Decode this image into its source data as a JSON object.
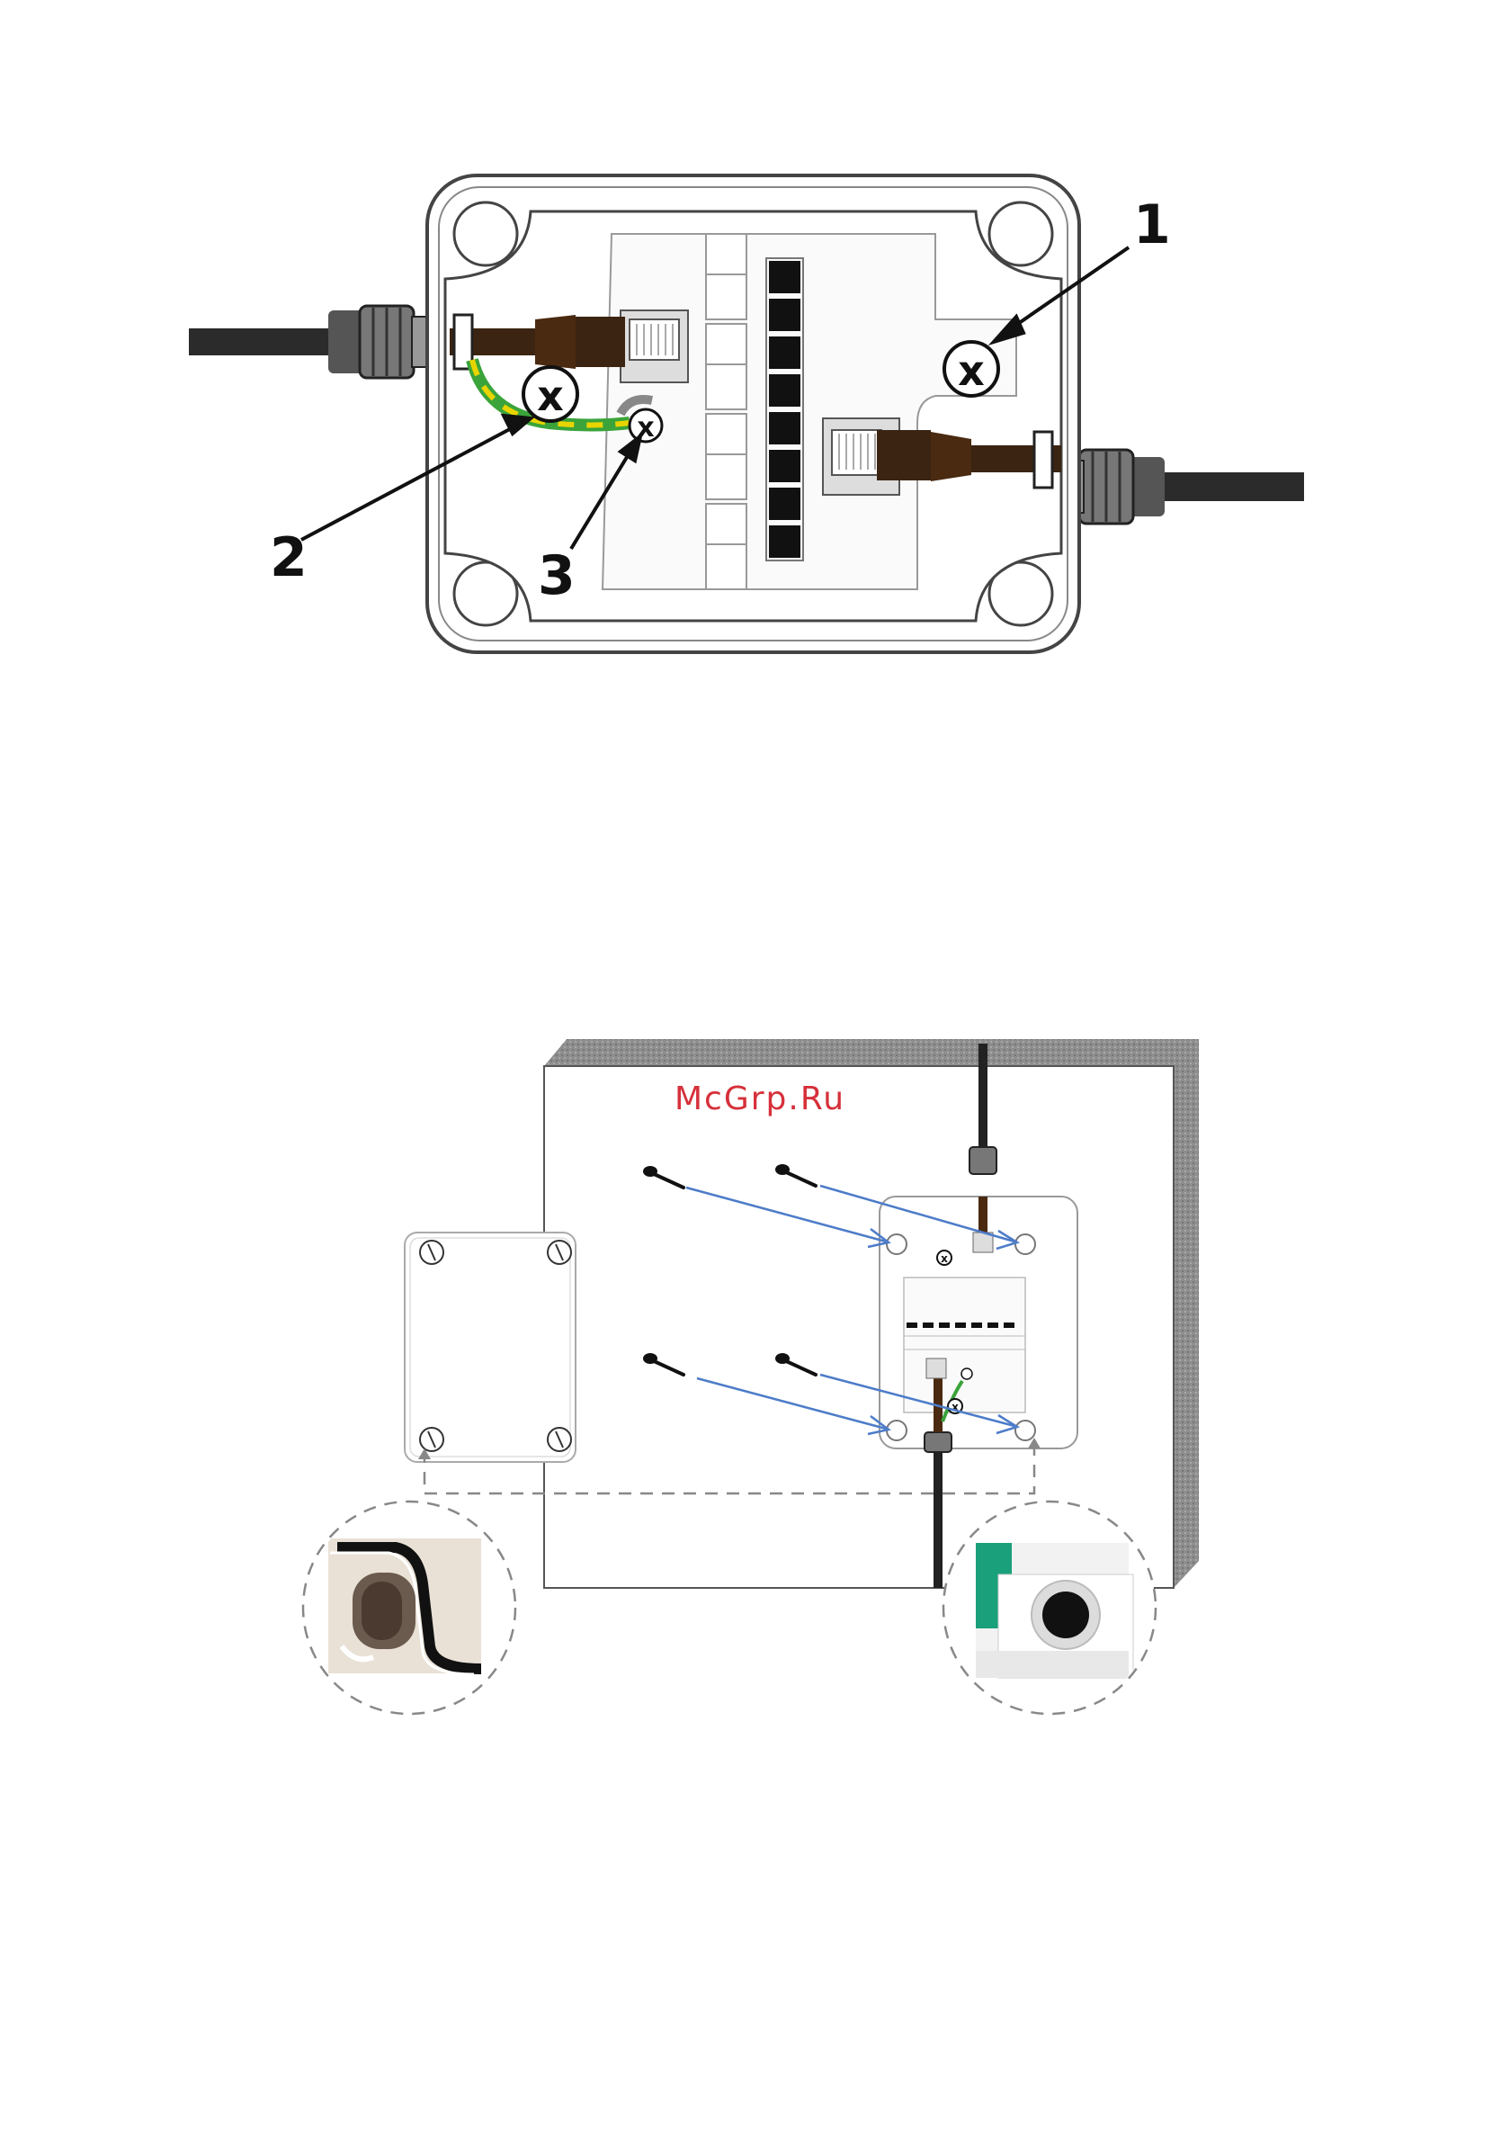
{
  "figure1": {
    "callouts": [
      "1",
      "2",
      "3"
    ],
    "icons": [
      "cable-gland-icon",
      "rj45-plug-icon",
      "rj45-jack-icon",
      "screw-x-icon",
      "ground-wire-icon"
    ],
    "colors": {
      "ground_wire_green": "#3aa43a",
      "ground_wire_yellow": "#e8d400",
      "cable_brown": "#4a2a10"
    }
  },
  "figure2": {
    "watermark": "McGrp.Ru",
    "icons": [
      "wall-panel-icon",
      "screw-icon",
      "cover-lid-icon",
      "mounting-hole-detail-icon",
      "arrow-icon"
    ],
    "colors": {
      "arrow": "#4d7cc9",
      "wall_texture": "#8a8a8a",
      "gasket_green": "#1aa07a"
    }
  }
}
